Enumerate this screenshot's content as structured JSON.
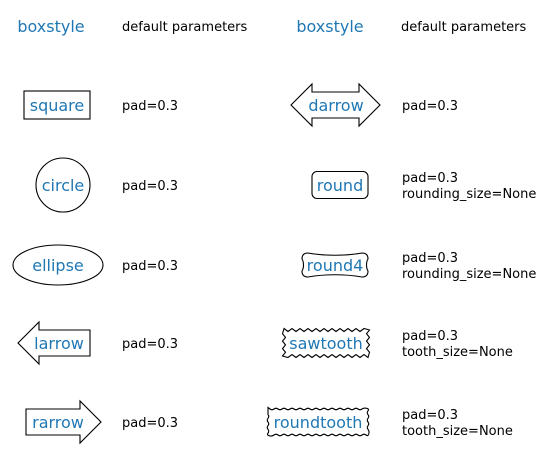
{
  "headers": {
    "col1_title": "boxstyle",
    "col1_params": "default parameters",
    "col2_title": "boxstyle",
    "col2_params": "default parameters"
  },
  "colors": {
    "name_text": "#1f77b4",
    "param_text": "#000000",
    "outline": "#000000",
    "fill": "#ffffff"
  },
  "left_column": [
    {
      "name": "square",
      "shape": "square",
      "params": [
        "pad=0.3"
      ]
    },
    {
      "name": "circle",
      "shape": "circle",
      "params": [
        "pad=0.3"
      ]
    },
    {
      "name": "ellipse",
      "shape": "ellipse",
      "params": [
        "pad=0.3"
      ]
    },
    {
      "name": "larrow",
      "shape": "larrow",
      "params": [
        "pad=0.3"
      ]
    },
    {
      "name": "rarrow",
      "shape": "rarrow",
      "params": [
        "pad=0.3"
      ]
    }
  ],
  "right_column": [
    {
      "name": "darrow",
      "shape": "darrow",
      "params": [
        "pad=0.3"
      ]
    },
    {
      "name": "round",
      "shape": "round",
      "params": [
        "pad=0.3",
        "rounding_size=None"
      ]
    },
    {
      "name": "round4",
      "shape": "round4",
      "params": [
        "pad=0.3",
        "rounding_size=None"
      ]
    },
    {
      "name": "sawtooth",
      "shape": "sawtooth",
      "params": [
        "pad=0.3",
        "tooth_size=None"
      ]
    },
    {
      "name": "roundtooth",
      "shape": "roundtooth",
      "params": [
        "pad=0.3",
        "tooth_size=None"
      ]
    }
  ]
}
